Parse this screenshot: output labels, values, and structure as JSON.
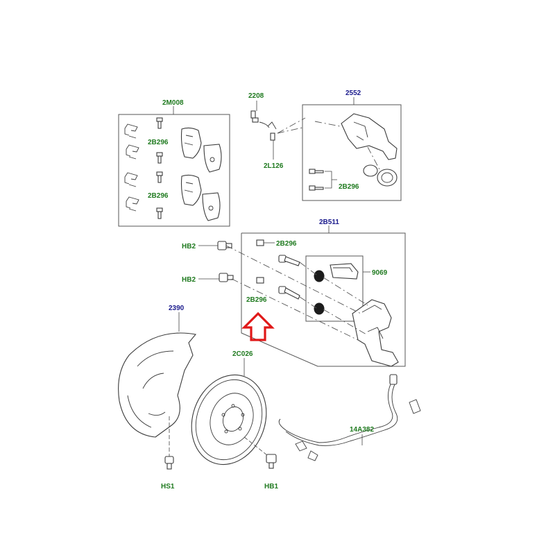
{
  "labels": {
    "pad_kit": "2M008",
    "pad_kit_bolt_top": "2B296",
    "pad_kit_bolt_bottom": "2B296",
    "sensor": "2208",
    "sensor_clip": "2L126",
    "caliper": "2552",
    "caliper_bolts": "2B296",
    "carrier_kit": "2B511",
    "carrier_bolt_top": "2B296",
    "carrier_bolt_mid": "2B296",
    "guide_kit": "9069",
    "hub_bolt_top": "HB2",
    "hub_bolt_mid": "HB2",
    "dust_shield": "2390",
    "disc": "2C026",
    "abs_sensor": "14A382",
    "shield_screw": "HS1",
    "disc_screw": "HB1"
  },
  "colors": {
    "part_code": "#1f7a1f",
    "assembly_code": "#1a1a8c",
    "highlight_arrow": "#e01818"
  },
  "highlight": {
    "shape": "up-arrow",
    "points_to": "carrier_bolt_mid"
  }
}
